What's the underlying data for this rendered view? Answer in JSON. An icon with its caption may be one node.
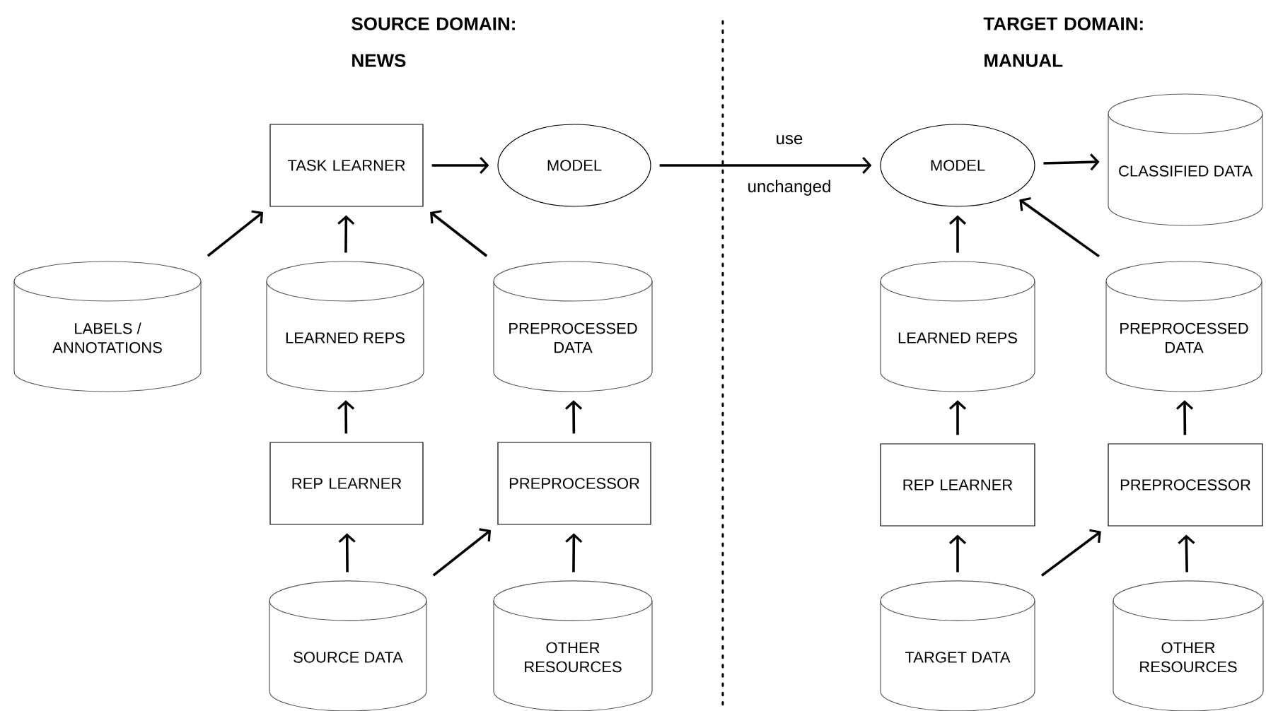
{
  "diagram": {
    "nodes": [
      {
        "text": [
          "TASK LEARNER"
        ]
      },
      {
        "text": [
          "MODEL"
        ]
      },
      {
        "text": [
          "LABELS / ANNOTATIONS"
        ]
      },
      {
        "text": [
          "LEARNED REPS"
        ]
      },
      {
        "text": [
          "PREPROCESSED DATA"
        ]
      },
      {
        "text": [
          "REP LEARNER"
        ]
      },
      {
        "text": [
          "PREPROCESSOR"
        ]
      },
      {
        "text": [
          "SOURCE DATA"
        ]
      },
      {
        "text": [
          "OTHER RESOURCES"
        ]
      },
      {
        "text": [
          "MODEL"
        ]
      },
      {
        "text": [
          "CLASSIFIED DATA"
        ]
      },
      {
        "text": [
          "LEARNED REPS"
        ]
      },
      {
        "text": [
          "PREPROCESSED DATA"
        ]
      },
      {
        "text": [
          "REP LEARNER"
        ]
      },
      {
        "text": [
          "PREPROCESSOR"
        ]
      },
      {
        "text": [
          "TARGET DATA"
        ]
      },
      {
        "text": [
          "OTHER RESOURCES"
        ]
      }
    ],
    "edges": [
      {
        "from": 0,
        "to": 1,
        "arrow": "to"
      },
      {
        "from": 2,
        "to": 0,
        "arrow": "to"
      },
      {
        "from": 3,
        "to": 0,
        "arrow": "to"
      },
      {
        "from": 4,
        "to": 0,
        "arrow": "to"
      },
      {
        "from": 5,
        "to": 3,
        "arrow": "to"
      },
      {
        "from": 6,
        "to": 4,
        "arrow": "to"
      },
      {
        "from": 7,
        "to": 5,
        "arrow": "to"
      },
      {
        "from": 7,
        "to": 6,
        "arrow": "to"
      },
      {
        "from": 8,
        "to": 6,
        "arrow": "to"
      },
      {
        "from": 1,
        "to": 9,
        "arrow": "to",
        "label": "use unchanged"
      },
      {
        "from": 9,
        "to": 10,
        "arrow": "to"
      },
      {
        "from": 11,
        "to": 9,
        "arrow": "to"
      },
      {
        "from": 12,
        "to": 9,
        "arrow": "to"
      },
      {
        "from": 13,
        "to": 11,
        "arrow": "to"
      },
      {
        "from": 14,
        "to": 12,
        "arrow": "to"
      },
      {
        "from": 15,
        "to": 13,
        "arrow": "to"
      },
      {
        "from": 15,
        "to": 14,
        "arrow": "to"
      },
      {
        "from": 16,
        "to": 14,
        "arrow": "to"
      }
    ],
    "labels": [
      "SOURCE DOMAIN: NEWS",
      "TARGET DOMAIN: MANUAL"
    ]
  }
}
